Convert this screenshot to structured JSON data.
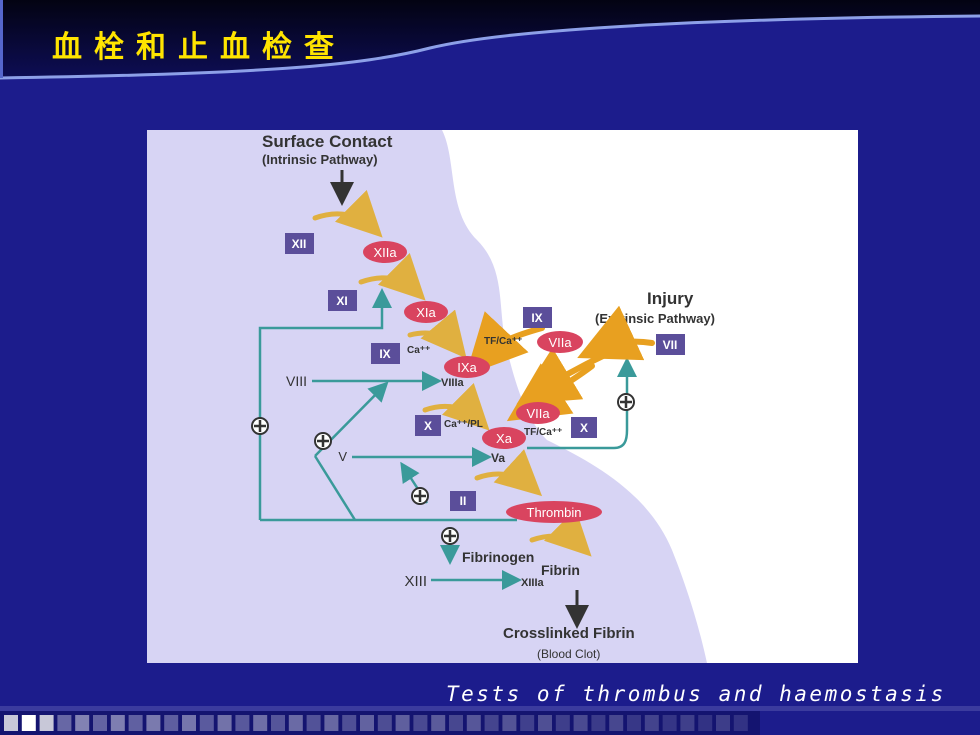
{
  "slide": {
    "title": "血栓和止血检查",
    "subtitle": "Tests of thrombus and haemostasis"
  },
  "diagram": {
    "surface_title": "Surface Contact",
    "surface_sub": "(Intrinsic Pathway)",
    "injury_title": "Injury",
    "injury_sub": "(Extrinsic Pathway)",
    "box_XII": "XII",
    "box_XI": "XI",
    "box_IX": "IX",
    "box_IX_top": "IX",
    "box_VII": "VII",
    "box_X": "X",
    "box_X_right": "X",
    "box_II": "II",
    "oval_XIIa": "XIIa",
    "oval_XIa": "XIa",
    "oval_IXa": "IXa",
    "oval_VIIa_top": "VIIa",
    "oval_VIIa_bottom": "VIIa",
    "oval_Xa": "Xa",
    "oval_thrombin": "Thrombin",
    "label_ca_1": "Ca⁺⁺",
    "label_tfca_1": "TF/Ca⁺⁺",
    "label_ca_pl": "Ca⁺⁺/PL",
    "label_tfca_2": "TF/Ca⁺⁺",
    "label_VIII": "VIII",
    "label_VIIIa": "VIIIa",
    "label_V": "V",
    "label_Va": "Va",
    "label_fibrinogen": "Fibrinogen",
    "label_fibrin": "Fibrin",
    "label_XIII": "XIII",
    "label_XIIIa": "XIIIa",
    "crosslinked_title": "Crosslinked Fibrin",
    "crosslinked_sub": "(Blood Clot)",
    "colors": {
      "box_fill": "#5b4e9a",
      "oval_fill": "#d9445f",
      "feedback_line": "#3a9a9a",
      "arrow_gold": "#e0b040",
      "region_fill": "#d7d4f4"
    }
  }
}
